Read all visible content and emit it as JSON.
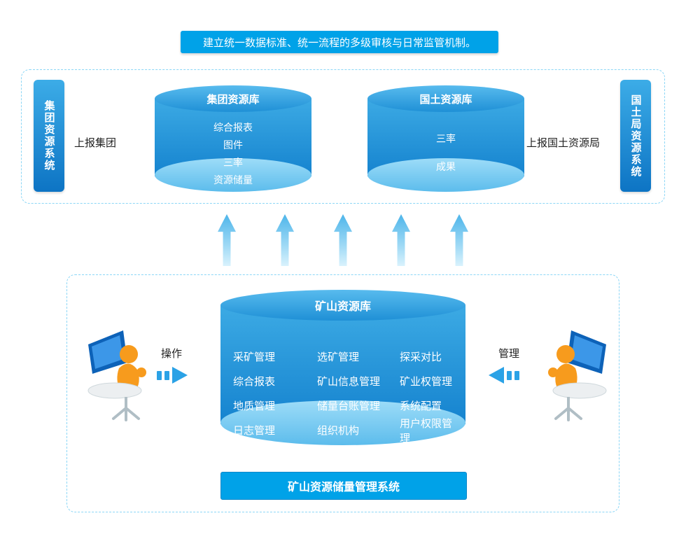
{
  "banner": {
    "text": "建立统一数据标准、统一流程的多级审核与日常监管机制。"
  },
  "upper": {
    "left_system": {
      "label": "集团资源系统"
    },
    "right_system": {
      "label": "国土局资源系统"
    },
    "report_group_label": "上报集团",
    "report_bureau_label": "上报国土资源局",
    "group_db": {
      "title": "集团资源库",
      "items": [
        "综合报表",
        "图件",
        "三率",
        "资源储量"
      ]
    },
    "land_db": {
      "title": "国土资源库",
      "items": [
        "三率",
        "成果"
      ]
    }
  },
  "lower": {
    "operate_label": "操作",
    "manage_label": "管理",
    "mine_db": {
      "title": "矿山资源库",
      "modules": [
        [
          "采矿管理",
          "选矿管理",
          "探采对比"
        ],
        [
          "综合报表",
          "矿山信息管理",
          "矿业权管理"
        ],
        [
          "地质管理",
          "储量台账管理",
          "系统配置"
        ],
        [
          "日志管理",
          "组织机构",
          "用户权限管理"
        ]
      ]
    },
    "system_label": "矿山资源储量管理系统"
  },
  "icons": {
    "up_arrow": "up-arrow",
    "operate_arrow": "right-arrow",
    "manage_arrow": "left-arrow",
    "operator": "person-at-computer",
    "manager": "person-at-computer"
  },
  "colors": {
    "primary_blue": "#00a2e8",
    "cylinder_top": "#2f9fdd",
    "cylinder_body": "#1583cf",
    "cylinder_bottom": "#9ddcf8",
    "dashed_border": "#8bd6f6",
    "arrow_blue": "#2ba2e6",
    "person_orange": "#f79b1d"
  }
}
